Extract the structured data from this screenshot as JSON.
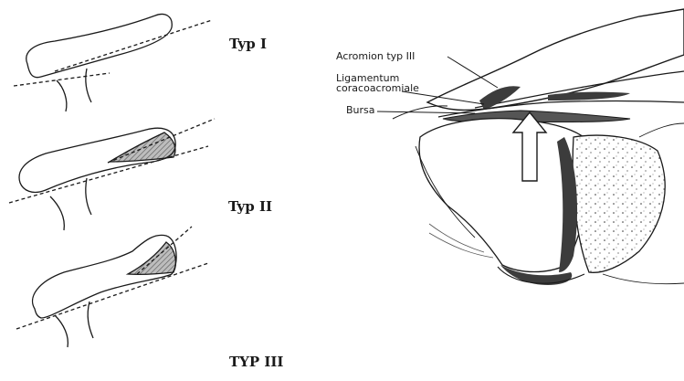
{
  "types": {
    "typ1": "Typ I",
    "typ2": "Typ II",
    "typ3": "TYP III"
  },
  "anatomy": {
    "acromion": "Acromion typ III",
    "ligament": "Ligamentum\ncoracoacromiale",
    "bursa": "Bursa"
  },
  "colors": {
    "line": "#1a1a1a",
    "hatch_fill": "#9a9a9a",
    "dark_tissue": "#3c3c3c"
  }
}
